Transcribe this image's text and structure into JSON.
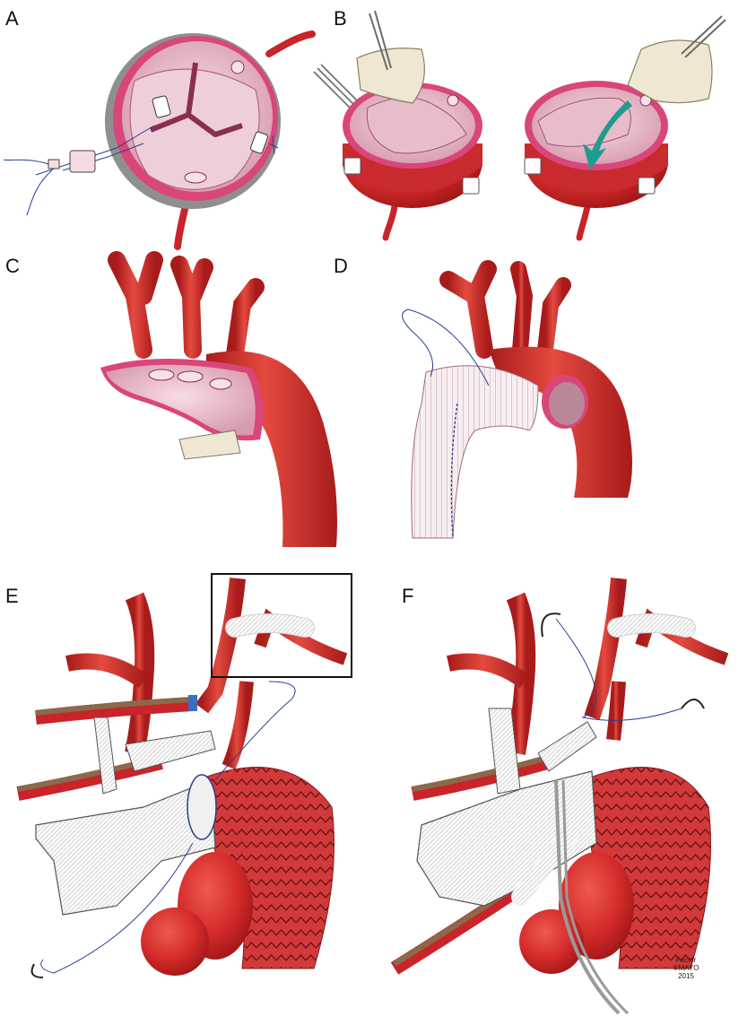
{
  "panels": {
    "a": "A",
    "b": "B",
    "c": "C",
    "d": "D",
    "e": "E",
    "f": "F"
  },
  "credit": {
    "line1": "Factor",
    "line2": "©MAYO",
    "line3": "2015"
  },
  "colors": {
    "vessel_red": "#d42a2a",
    "vessel_dark": "#a31818",
    "tissue_pink": "#f3c9d6",
    "tissue_rim": "#d8467a",
    "graft_white": "#f4f4f4",
    "cannula_brown": "#8a6a4a",
    "arrow_teal": "#1f9c8e",
    "pledget_cream": "#efe7d2",
    "suture_blue": "#2a3f8f"
  }
}
